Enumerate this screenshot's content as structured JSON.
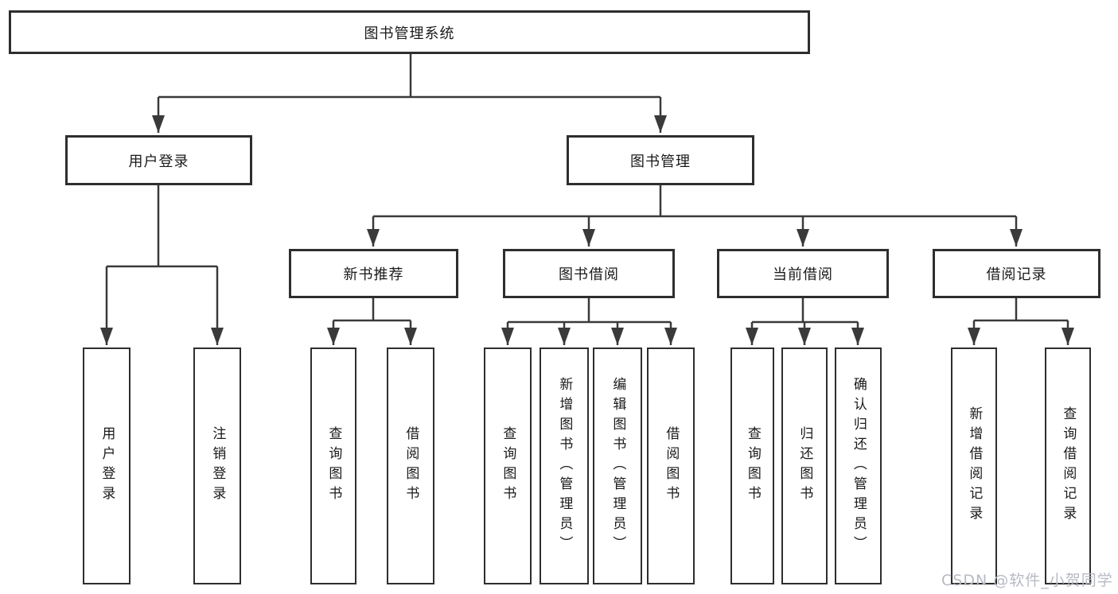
{
  "tree": {
    "root": {
      "label": "图书管理系统"
    },
    "children": [
      {
        "label": "用户登录",
        "children": [
          {
            "label": "用户登录"
          },
          {
            "label": "注销登录"
          }
        ]
      },
      {
        "label": "图书管理",
        "children": [
          {
            "label": "新书推荐",
            "children": [
              {
                "label": "查询图书"
              },
              {
                "label": "借阅图书"
              }
            ]
          },
          {
            "label": "图书借阅",
            "children": [
              {
                "label": "查询图书"
              },
              {
                "label": "新增图书（管理员）"
              },
              {
                "label": "编辑图书（管理员）"
              },
              {
                "label": "借阅图书"
              }
            ]
          },
          {
            "label": "当前借阅",
            "children": [
              {
                "label": "查询图书"
              },
              {
                "label": "归还图书"
              },
              {
                "label": "确认归还（管理员）"
              }
            ]
          },
          {
            "label": "借阅记录",
            "children": [
              {
                "label": "新增借阅记录"
              },
              {
                "label": "查询借阅记录"
              }
            ]
          }
        ]
      }
    ]
  },
  "watermark": {
    "text": "CSDN @软件_小贺同学"
  },
  "colors": {
    "line": "#3a3a3a",
    "box_border": "#2e2e2e",
    "text": "#1a1a1a",
    "watermark": "#b7bac3",
    "background": "#ffffff"
  }
}
